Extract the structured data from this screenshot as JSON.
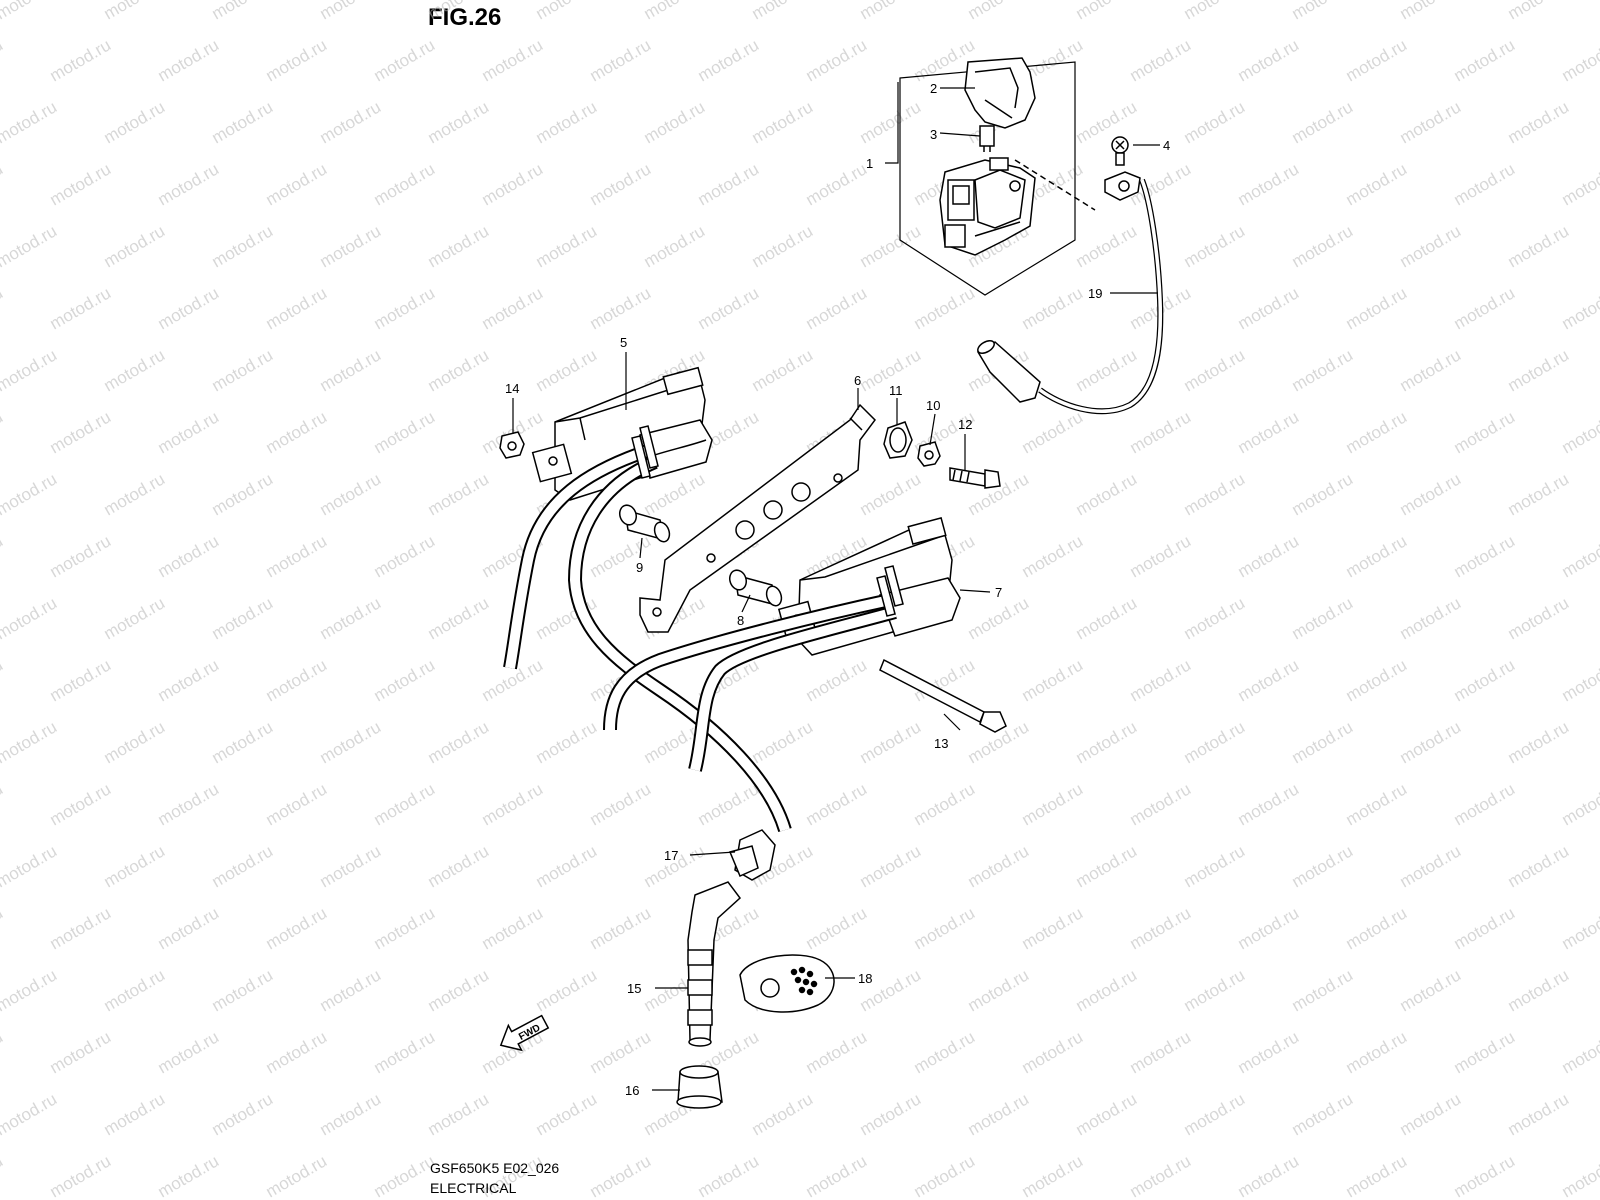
{
  "figure": {
    "title": "FIG.26",
    "model_code": "GSF650K5 E02_026",
    "section": "ELECTRICAL",
    "watermark": "motod.ru",
    "fwd_label": "FWD"
  },
  "callouts": [
    {
      "id": "1",
      "label": "1"
    },
    {
      "id": "2",
      "label": "2"
    },
    {
      "id": "3",
      "label": "3"
    },
    {
      "id": "4",
      "label": "4"
    },
    {
      "id": "5",
      "label": "5"
    },
    {
      "id": "6",
      "label": "6"
    },
    {
      "id": "7",
      "label": "7"
    },
    {
      "id": "8",
      "label": "8"
    },
    {
      "id": "9",
      "label": "9"
    },
    {
      "id": "10",
      "label": "10"
    },
    {
      "id": "11",
      "label": "11"
    },
    {
      "id": "12",
      "label": "12"
    },
    {
      "id": "13",
      "label": "13"
    },
    {
      "id": "14",
      "label": "14"
    },
    {
      "id": "15",
      "label": "15"
    },
    {
      "id": "16",
      "label": "16"
    },
    {
      "id": "17",
      "label": "17"
    },
    {
      "id": "18",
      "label": "18"
    },
    {
      "id": "19",
      "label": "19"
    }
  ],
  "colors": {
    "line": "#000000",
    "background": "#ffffff",
    "watermark": "#b8b8b8"
  }
}
